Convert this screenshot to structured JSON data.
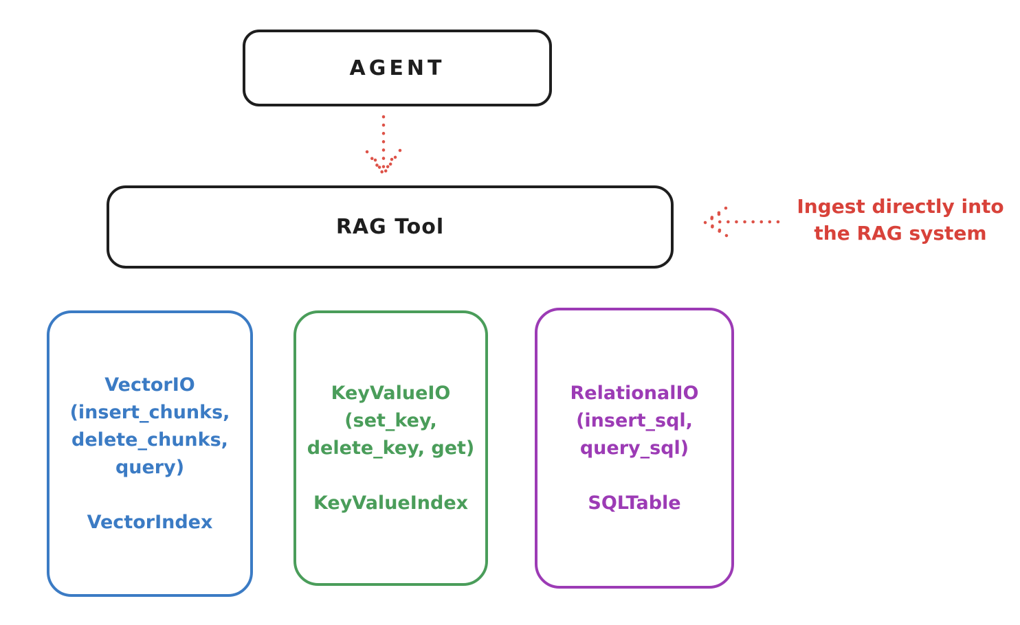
{
  "agent": {
    "label": "AGENT"
  },
  "rag_tool": {
    "label": "RAG Tool"
  },
  "annotation": {
    "line1": "Ingest directly into",
    "line2": "the RAG system"
  },
  "stores": [
    {
      "name": "vector-io",
      "lines": [
        "VectorIO",
        "(insert_chunks,",
        "delete_chunks,",
        "query)"
      ],
      "index": "VectorIndex",
      "color": "#3b7bc4"
    },
    {
      "name": "keyvalue-io",
      "lines": [
        "KeyValueIO",
        "(set_key,",
        "delete_key, get)"
      ],
      "index": "KeyValueIndex",
      "color": "#4a9d5a"
    },
    {
      "name": "relational-io",
      "lines": [
        "RelationalIO",
        "(insert_sql,",
        "query_sql)"
      ],
      "index": "SQLTable",
      "color": "#9c3bb5"
    }
  ],
  "icons": {
    "agent_to_rag": "dotted-arrow-down-icon",
    "ingest_to_rag": "dotted-arrow-left-icon"
  },
  "colors": {
    "stroke": "#1e1e1e",
    "red_accent": "#d8423a",
    "blue": "#3b7bc4",
    "green": "#4a9d5a",
    "purple": "#9c3bb5",
    "background": "#ffffff"
  }
}
